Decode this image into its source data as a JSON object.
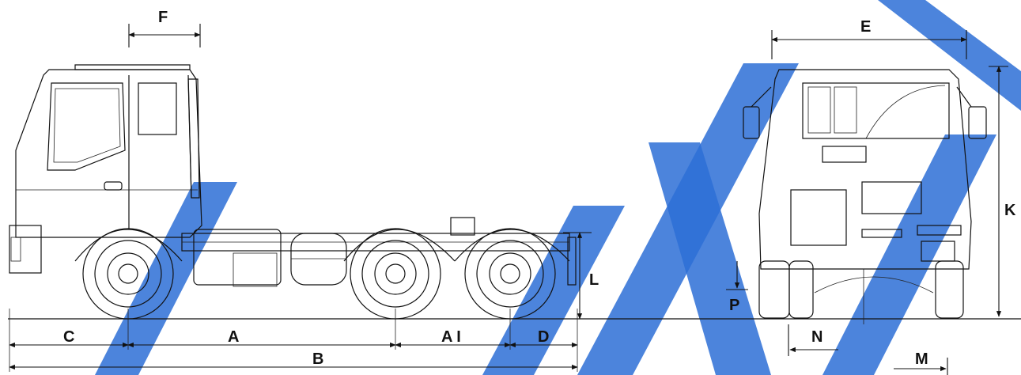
{
  "diagram": {
    "side_view_labels": {
      "A": "A",
      "B": "B",
      "C": "C",
      "D": "D",
      "A_I": "A I",
      "F": "F",
      "L": "L"
    },
    "front_view_labels": {
      "E": "E",
      "K": "K",
      "P": "P",
      "N": "N",
      "M": "M"
    },
    "watermark_color": "#2d6fd6",
    "line_color": "#111111"
  }
}
